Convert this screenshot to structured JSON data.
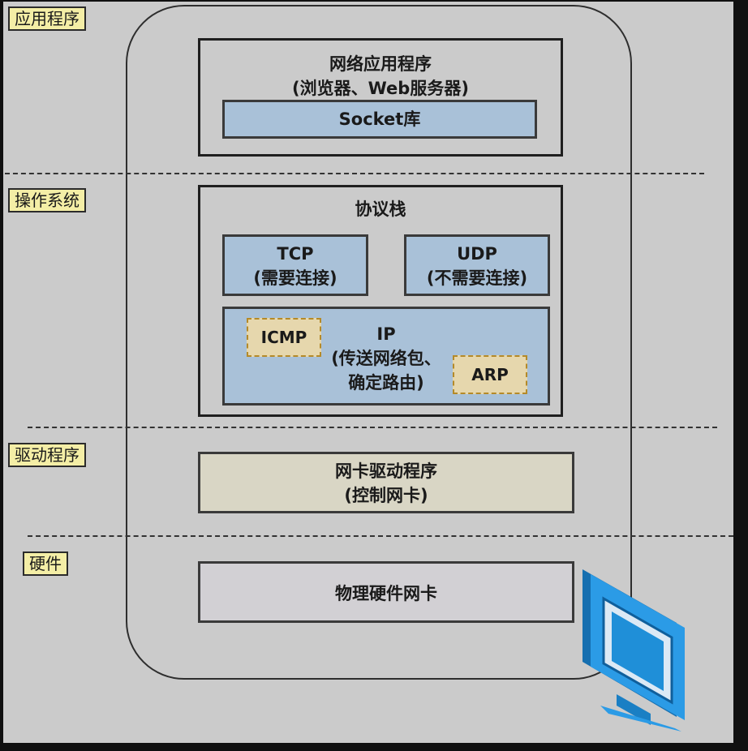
{
  "layers": {
    "application": "应用程序",
    "os": "操作系统",
    "driver": "驱动程序",
    "hardware": "硬件"
  },
  "app_box": {
    "title": "网络应用程序",
    "subtitle": "(浏览器、Web服务器)",
    "socket": "Socket库"
  },
  "stack": {
    "title": "协议栈",
    "tcp": {
      "name": "TCP",
      "note": "(需要连接)"
    },
    "udp": {
      "name": "UDP",
      "note": "(不需要连接)"
    },
    "ip": {
      "name": "IP",
      "line1": "(传送网络包、",
      "line2": "确定路由)"
    },
    "icmp": "ICMP",
    "arp": "ARP"
  },
  "driver_box": {
    "title": "网卡驱动程序",
    "subtitle": "(控制网卡)"
  },
  "hardware_box": {
    "title": "物理硬件网卡"
  },
  "colors": {
    "background": "#cbcbcb",
    "label_fill": "#f4eea6",
    "blue_fill": "#a9c1d8",
    "driver_fill": "#d9d6c5",
    "hardware_fill": "#d2d0d4",
    "dashed_fill": "#e6d7ad",
    "monitor_blue": "#1f8fd8"
  },
  "icons": {
    "monitor": "computer-monitor-icon"
  }
}
